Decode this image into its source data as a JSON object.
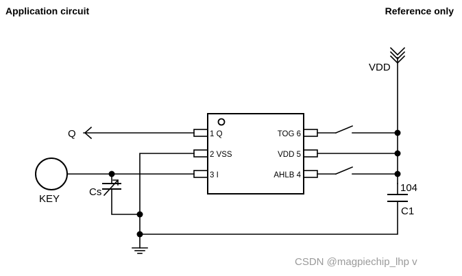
{
  "header": {
    "left_title": "Application circuit",
    "right_title": "Reference only"
  },
  "power": {
    "label": "VDD"
  },
  "chip": {
    "left_pins": [
      "1 Q",
      "2 VSS",
      "3 I"
    ],
    "right_pins": [
      "TOG 6",
      "VDD 5",
      "AHLB 4"
    ]
  },
  "signals": {
    "output": "Q"
  },
  "components": {
    "key": "KEY",
    "cs": "Cs",
    "c1_value": "104",
    "c1_name": "C1"
  },
  "watermark": "CSDN @magpiechip_lhp  v"
}
